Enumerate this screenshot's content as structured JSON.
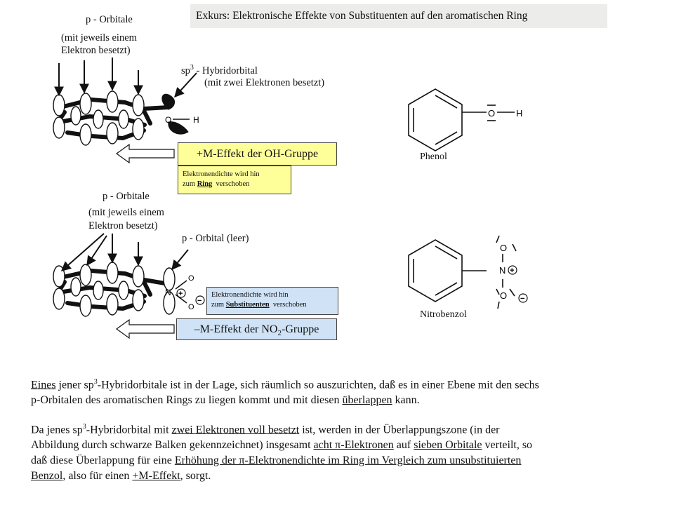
{
  "header": {
    "title": "Exkurs: Elektronische Effekte von Substituenten auf den aromatischen Ring"
  },
  "top_diagram": {
    "p_orbitals_label": "p - Orbitale",
    "p_orbitals_note_line1": "(mit jeweils einem",
    "p_orbitals_note_line2": "Elektron besetzt)",
    "hybrid_label_prefix": "sp",
    "hybrid_label_sup": "3",
    "hybrid_label_suffix": " - Hybridorbital",
    "hybrid_note": "(mit zwei Elektronen besetzt)",
    "atom_o": "O",
    "atom_h": "H",
    "effect_label": "+M-Effekt der OH-Gruppe",
    "note_line1": "Elektronendichte wird hin",
    "note_pre": "zum ",
    "note_underlined": "Ring",
    "note_post": "  verschoben"
  },
  "bottom_diagram": {
    "p_orbitals_label": "p - Orbitale",
    "p_orbitals_note_line1": "(mit jeweils einem",
    "p_orbitals_note_line2": "Elektron besetzt)",
    "p_orbital_empty_label": "p - Orbital (leer)",
    "atom_n": "N",
    "atom_o": "O",
    "charge_plus": "+",
    "charge_minus": "−",
    "note_line1": "Elektronendichte wird hin",
    "note_pre": "zum ",
    "note_underlined": "Substituenten",
    "note_post": "  verschoben",
    "effect_prefix": "–M-Effekt der NO",
    "effect_sub": "2",
    "effect_suffix": "-Gruppe"
  },
  "molecules": {
    "phenol_name": "Phenol",
    "phenol_o": "O",
    "phenol_h": "H",
    "nitro_name": "Nitrobenzol",
    "nitro_n": "N",
    "nitro_o": "O",
    "charge_plus": "+",
    "charge_minus": "−"
  },
  "paragraph1": {
    "w1": "Eines",
    "t1": " jener sp",
    "sup": "3",
    "t2": "-Hybridorbitale ist in der Lage, sich räumlich so auszurichten, daß es in einer Ebene mit den sechs",
    "t3": "p-Orbitalen des aromatischen Rings zu liegen  kommt und mit diesen ",
    "w2": "überlappen",
    "t4": " kann."
  },
  "paragraph2": {
    "t1": "Da jenes sp",
    "sup": "3",
    "t2": "-Hybridorbital mit ",
    "u1": "zwei Elektronen voll besetzt",
    "t3": " ist, werden in der Überlappungszone (in der",
    "t4": "Abbildung durch schwarze Balken gekennzeichnet) insgesamt ",
    "u2": "acht π-Elektronen",
    "t5": " auf ",
    "u3": "sieben Orbitale",
    "t6": " verteilt, so",
    "t7": "daß diese Überlappung für eine ",
    "u4": "Erhöhung der π-Elektronendichte im Ring im Vergleich zum unsubstituierten",
    "u5": "Benzol",
    "t8": ", also für einen ",
    "u6": "+M-Effekt",
    "t9": ", sorgt."
  }
}
